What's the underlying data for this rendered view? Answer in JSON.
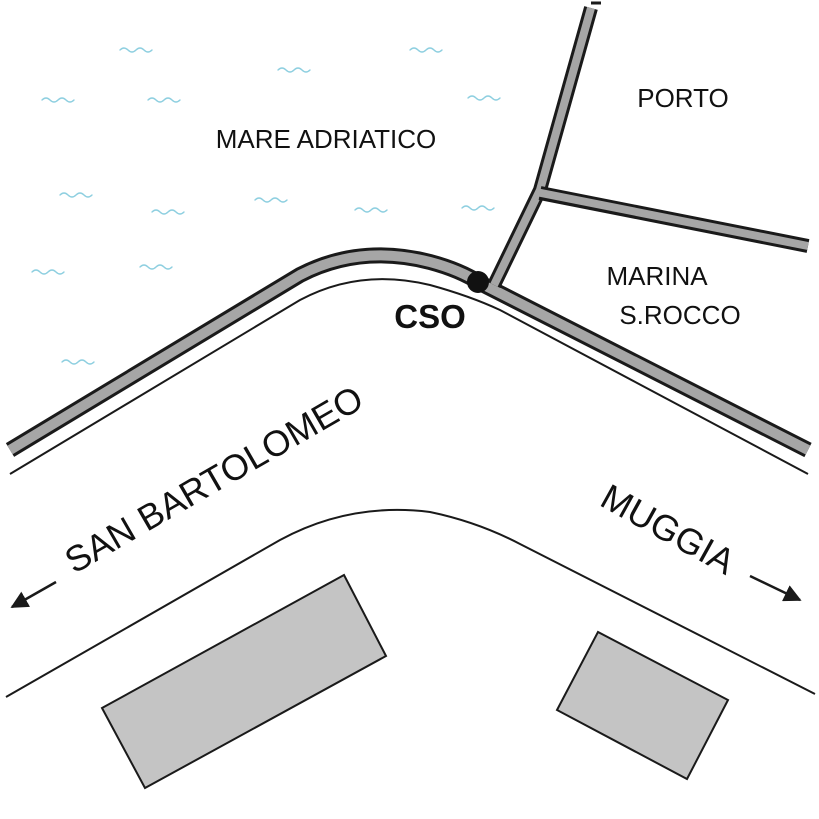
{
  "labels": {
    "sea": "MARE ADRIATICO",
    "port": "PORTO",
    "marina_line1": "MARINA",
    "marina_line2": "S.ROCCO",
    "station": "CSO",
    "west_direction": "SAN BARTOLOMEO",
    "east_direction": "MUGGIA"
  },
  "colors": {
    "road_fill": "#a6a6a6",
    "road_edge": "#1a1a1a",
    "building_fill": "#c4c4c4",
    "water_wave": "#8ecfe0",
    "station_dot": "#111111"
  },
  "icons": {
    "west_arrow": "arrow-left-down-icon",
    "east_arrow": "arrow-right-down-icon",
    "sea_waves": "wave-icon",
    "station_marker": "dot-icon"
  }
}
